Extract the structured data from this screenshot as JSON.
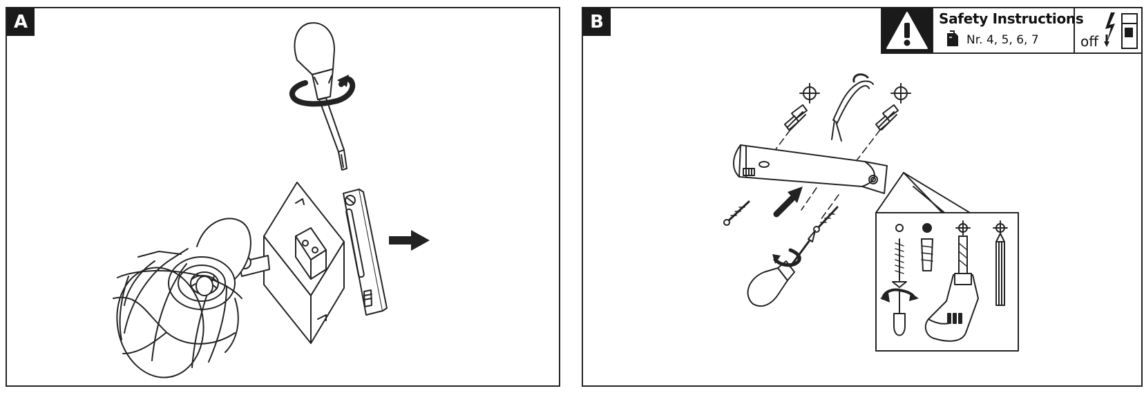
{
  "panels": [
    {
      "letter": "A"
    },
    {
      "letter": "B"
    }
  ],
  "safety": {
    "title": "Safety Instructions",
    "numbers": "Nr. 4, 5, 6, 7",
    "off_label": "off",
    "icons": [
      "warning-triangle-icon",
      "document-icon",
      "lightning-bolt-icon",
      "switch-off-icon"
    ]
  },
  "colors": {
    "line": "#222222",
    "fill_dark": "#1a1a1a",
    "background": "#ffffff"
  }
}
